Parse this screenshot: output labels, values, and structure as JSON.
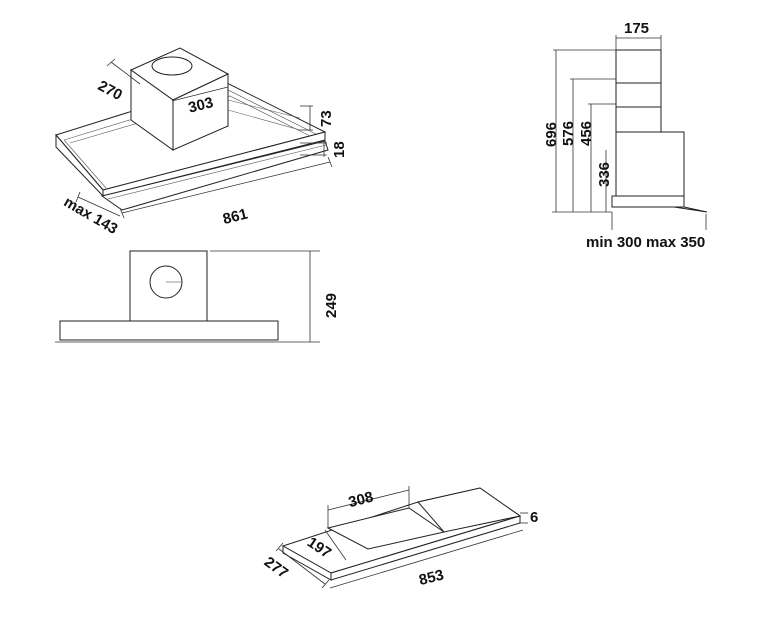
{
  "iso_view": {
    "depth_label": "270",
    "chimney_width_label": "303",
    "chimney_step_label": "73",
    "panel_thickness_label": "18",
    "total_width_label": "861",
    "max_depth_label": "max 143"
  },
  "front_view": {
    "height_label": "249"
  },
  "side_view": {
    "chimney_depth_label": "175",
    "height_696": "696",
    "height_576": "576",
    "height_456": "456",
    "height_336": "336",
    "projection_label": "min 300 max 350"
  },
  "cutout_view": {
    "cutout_308": "308",
    "thickness_6": "6",
    "cutout_197": "197",
    "depth_277": "277",
    "width_853": "853"
  }
}
